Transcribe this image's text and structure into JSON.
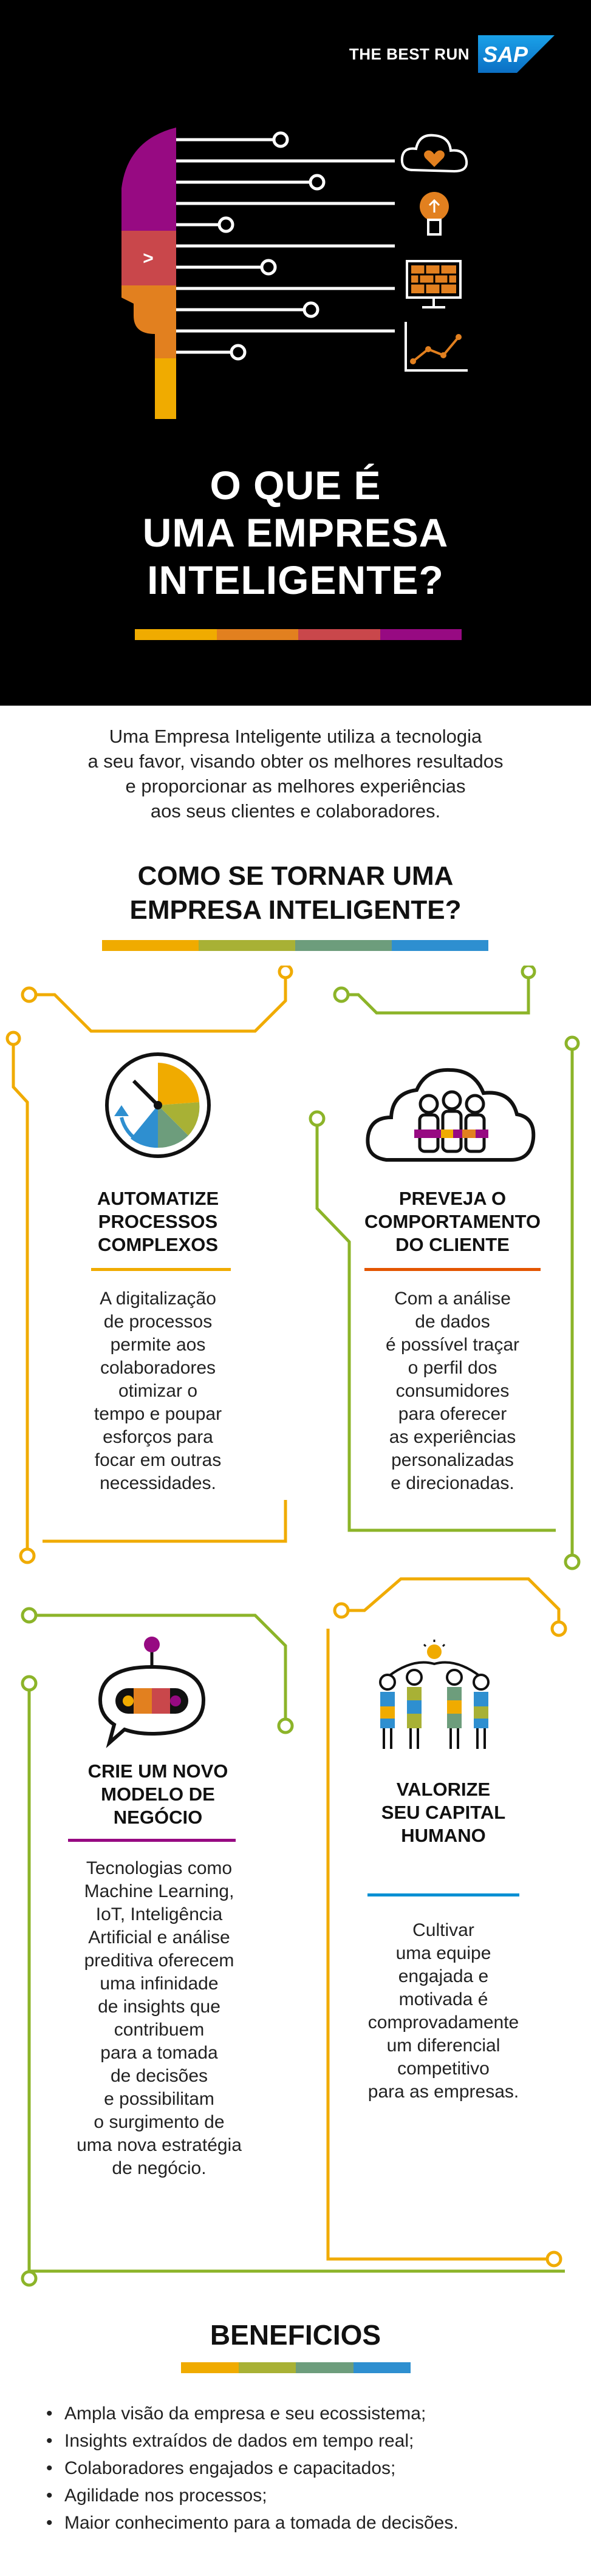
{
  "hero": {
    "brand_text": "THE BEST RUN",
    "logo_text": "SAP",
    "title_lines": [
      "O QUE É",
      "UMA EMPRESA",
      "INTELIGENTE?"
    ]
  },
  "intro": {
    "lines": [
      "Uma Empresa Inteligente utiliza a tecnologia",
      "a seu favor, visando obter os melhores resultados",
      "e proporcionar as melhores experiências",
      "aos seus clientes e colaboradores."
    ]
  },
  "how": {
    "title_lines": [
      "COMO SE TORNAR UMA",
      "EMPRESA INTELIGENTE?"
    ]
  },
  "cards": [
    {
      "title_lines": [
        "AUTOMATIZE",
        "PROCESSOS",
        "COMPLEXOS"
      ],
      "body_lines": [
        "A digitalização",
        "de processos",
        "permite aos",
        "colaboradores",
        "otimizar o",
        "tempo e poupar",
        "esforços para",
        "focar em outras",
        "necessidades."
      ],
      "color": "#f0ab00"
    },
    {
      "title_lines": [
        "PREVEJA O",
        "COMPORTAMENTO",
        "DO CLIENTE"
      ],
      "body_lines": [
        "Com a análise",
        "de dados",
        "é possível traçar",
        "o perfil dos",
        "consumidores",
        "para oferecer",
        "as experiências",
        "personalizadas",
        "e direcionadas."
      ],
      "color": "#e35500"
    },
    {
      "title_lines": [
        "CRIE UM NOVO",
        "MODELO DE",
        "NEGÓCIO"
      ],
      "body_lines": [
        "Tecnologias como",
        "Machine Learning,",
        "IoT, Inteligência",
        "Artificial e análise",
        "preditiva oferecem",
        "uma infinidade",
        "de insights que",
        "contribuem",
        "para a tomada",
        "de decisões",
        "e possibilitam",
        "o surgimento de",
        "uma nova estratégia",
        "de negócio."
      ],
      "color": "#970a82"
    },
    {
      "title_lines": [
        "VALORIZE",
        "SEU CAPITAL",
        "HUMANO"
      ],
      "body_lines": [
        "Cultivar",
        "uma equipe",
        "engajada e",
        "motivada é",
        "comprovadamente",
        "um diferencial",
        "competitivo",
        "para as empresas."
      ],
      "color": "#008fd3"
    }
  ],
  "benefits": {
    "title": "BENEFICIOS",
    "items": [
      "Ampla visão da empresa e seu ecossistema;",
      "Insights extraídos de dados em tempo real;",
      "Colaboradores engajados e capacitados;",
      "Agilidade nos processos;",
      "Maior conhecimento para a tomada de decisões."
    ]
  },
  "colors": {
    "yellow": "#f0ab00",
    "orange": "#e2801f",
    "red": "#c9474b",
    "purple": "#970a82",
    "olive": "#a8b135",
    "teal": "#6d9d7c",
    "blue": "#2e8fd0",
    "green": "#8cb429"
  }
}
